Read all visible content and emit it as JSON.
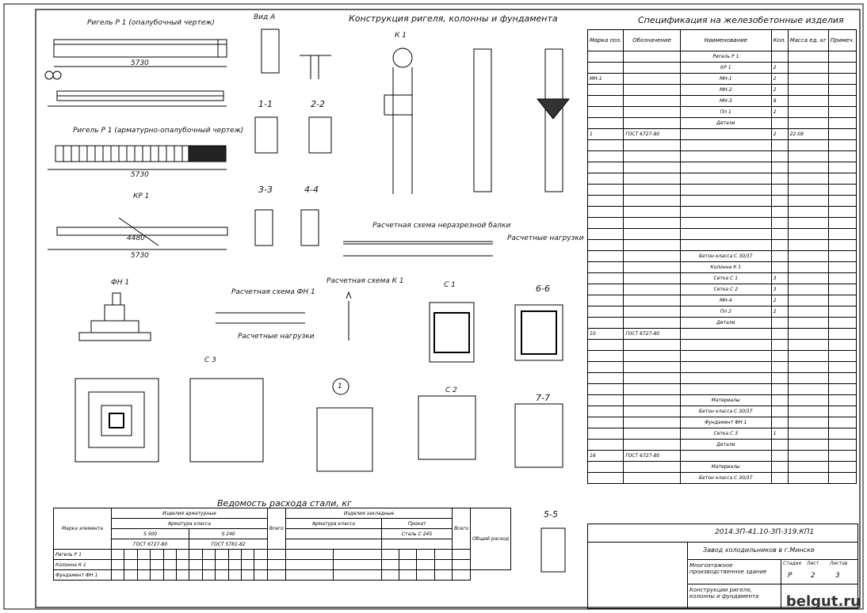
{
  "sheet": {
    "main_title": "Конструкция ригеля, колонны и фундамента",
    "spec_title": "Спецификация на железобетонные изделия",
    "steel_title": "Ведомость расхода стали, кг",
    "watermark": "belgut.ru"
  },
  "drawings": {
    "rigel_form": "Ригель Р 1 (опалубочный чертеж)",
    "rigel_arm": "Ригель Р 1 (арматурно-опалубочный чертеж)",
    "vid_a": "Вид А",
    "kr1": "КР 1",
    "k1": "К 1",
    "fn1": "ФН 1",
    "sec_11": "1-1",
    "sec_22": "2-2",
    "sec_33": "3-3",
    "sec_44": "4-4",
    "sec_55": "5-5",
    "sec_66": "6-6",
    "sec_77": "7-7",
    "c1": "С 1",
    "c2": "С 2",
    "c3": "С 3",
    "calc_beam": "Расчетная схема неразрезной балки",
    "calc_fn": "Расчетная схема ФН 1",
    "calc_k": "Расчетная схема К 1",
    "loads": "Расчетные нагрузки",
    "node": "1",
    "dim_5730": "5730",
    "dim_4480": "4480"
  },
  "spec": {
    "headers": [
      "Марка поз.",
      "Обозначение",
      "Наименование",
      "Кол.",
      "Масса ед. кг",
      "Примеч."
    ],
    "rows": [
      [
        "",
        "",
        "Ригель Р 1",
        "",
        "",
        ""
      ],
      [
        "",
        "",
        "КР 1",
        "2",
        "",
        ""
      ],
      [
        "МН-1",
        "",
        "МН-1",
        "2",
        "",
        ""
      ],
      [
        "",
        "",
        "МН-2",
        "2",
        "",
        ""
      ],
      [
        "",
        "",
        "МН-3",
        "8",
        "",
        ""
      ],
      [
        "",
        "",
        "Пп 1",
        "2",
        "",
        ""
      ],
      [
        "",
        "",
        "Детали",
        "",
        "",
        ""
      ],
      [
        "1",
        "ГОСТ 6727-80",
        "",
        "2",
        "22.08",
        ""
      ],
      [
        "",
        "",
        "",
        "",
        "",
        ""
      ],
      [
        "",
        "",
        "",
        "",
        "",
        ""
      ],
      [
        "",
        "",
        "",
        "",
        "",
        ""
      ],
      [
        "",
        "",
        "",
        "",
        "",
        ""
      ],
      [
        "",
        "",
        "",
        "",
        "",
        ""
      ],
      [
        "",
        "",
        "",
        "",
        "",
        ""
      ],
      [
        "",
        "",
        "",
        "",
        "",
        ""
      ],
      [
        "",
        "",
        "",
        "",
        "",
        ""
      ],
      [
        "",
        "",
        "",
        "",
        "",
        ""
      ],
      [
        "",
        "",
        "",
        "",
        "",
        ""
      ],
      [
        "",
        "",
        "Бетон класса  С 30/37",
        "",
        "",
        ""
      ],
      [
        "",
        "",
        "Колонна  К 1",
        "",
        "",
        ""
      ],
      [
        "",
        "",
        "Сетка  С 1",
        "3",
        "",
        ""
      ],
      [
        "",
        "",
        "Сетка  С 2",
        "3",
        "",
        ""
      ],
      [
        "",
        "",
        "МН-4",
        "2",
        "",
        ""
      ],
      [
        "",
        "",
        "Пп 2",
        "2",
        "",
        ""
      ],
      [
        "",
        "",
        "Детали",
        "",
        "",
        ""
      ],
      [
        "10",
        "ГОСТ 6727-80",
        "",
        "",
        "",
        ""
      ],
      [
        "",
        "",
        "",
        "",
        "",
        ""
      ],
      [
        "",
        "",
        "",
        "",
        "",
        ""
      ],
      [
        "",
        "",
        "",
        "",
        "",
        ""
      ],
      [
        "",
        "",
        "",
        "",
        "",
        ""
      ],
      [
        "",
        "",
        "",
        "",
        "",
        ""
      ],
      [
        "",
        "",
        "Материалы",
        "",
        "",
        ""
      ],
      [
        "",
        "",
        "Бетон класса  С 30/37",
        "",
        "",
        ""
      ],
      [
        "",
        "",
        "Фундамент  ФН 1",
        "",
        "",
        ""
      ],
      [
        "",
        "",
        "Сетка  С 3",
        "1",
        "",
        ""
      ],
      [
        "",
        "",
        "Детали",
        "",
        "",
        ""
      ],
      [
        "16",
        "ГОСТ 6727-80",
        "",
        "",
        "",
        ""
      ],
      [
        "",
        "",
        "Материалы",
        "",
        "",
        ""
      ],
      [
        "",
        "",
        "Бетон класса  С 30/37",
        "",
        "",
        ""
      ]
    ]
  },
  "steel": {
    "mark_header": "Марка элемента",
    "arm_header": "Изделия арматурные",
    "emb_header": "Изделия закладные",
    "class_header": "Арматура класса",
    "total": "Всего",
    "grand_total": "Общий расход",
    "s500": "S 500",
    "s240": "S 240",
    "gost1": "ГОСТ 6727-80",
    "gost2": "ГОСТ 5781-82",
    "prokat": "Прокат",
    "steel_c": "Сталь С 245",
    "rows": [
      {
        "name": "Ригель  Р 1"
      },
      {
        "name": "Колонна  К 1"
      },
      {
        "name": "Фундамент  ФН 1"
      }
    ]
  },
  "title_block": {
    "code": "2014.ЗП-41.10-ЗП-319.КП1",
    "plant": "Завод холодильников в г.Минске",
    "building": "Многоэтажное производственное здание",
    "sheet_name": "Конструкции ригеля, колонны и фундамента",
    "stage_label": "Стадия",
    "sheet_label": "Лист",
    "sheets_label": "Листов",
    "stage": "Р",
    "sheet_no": "2",
    "sheets": "3"
  }
}
